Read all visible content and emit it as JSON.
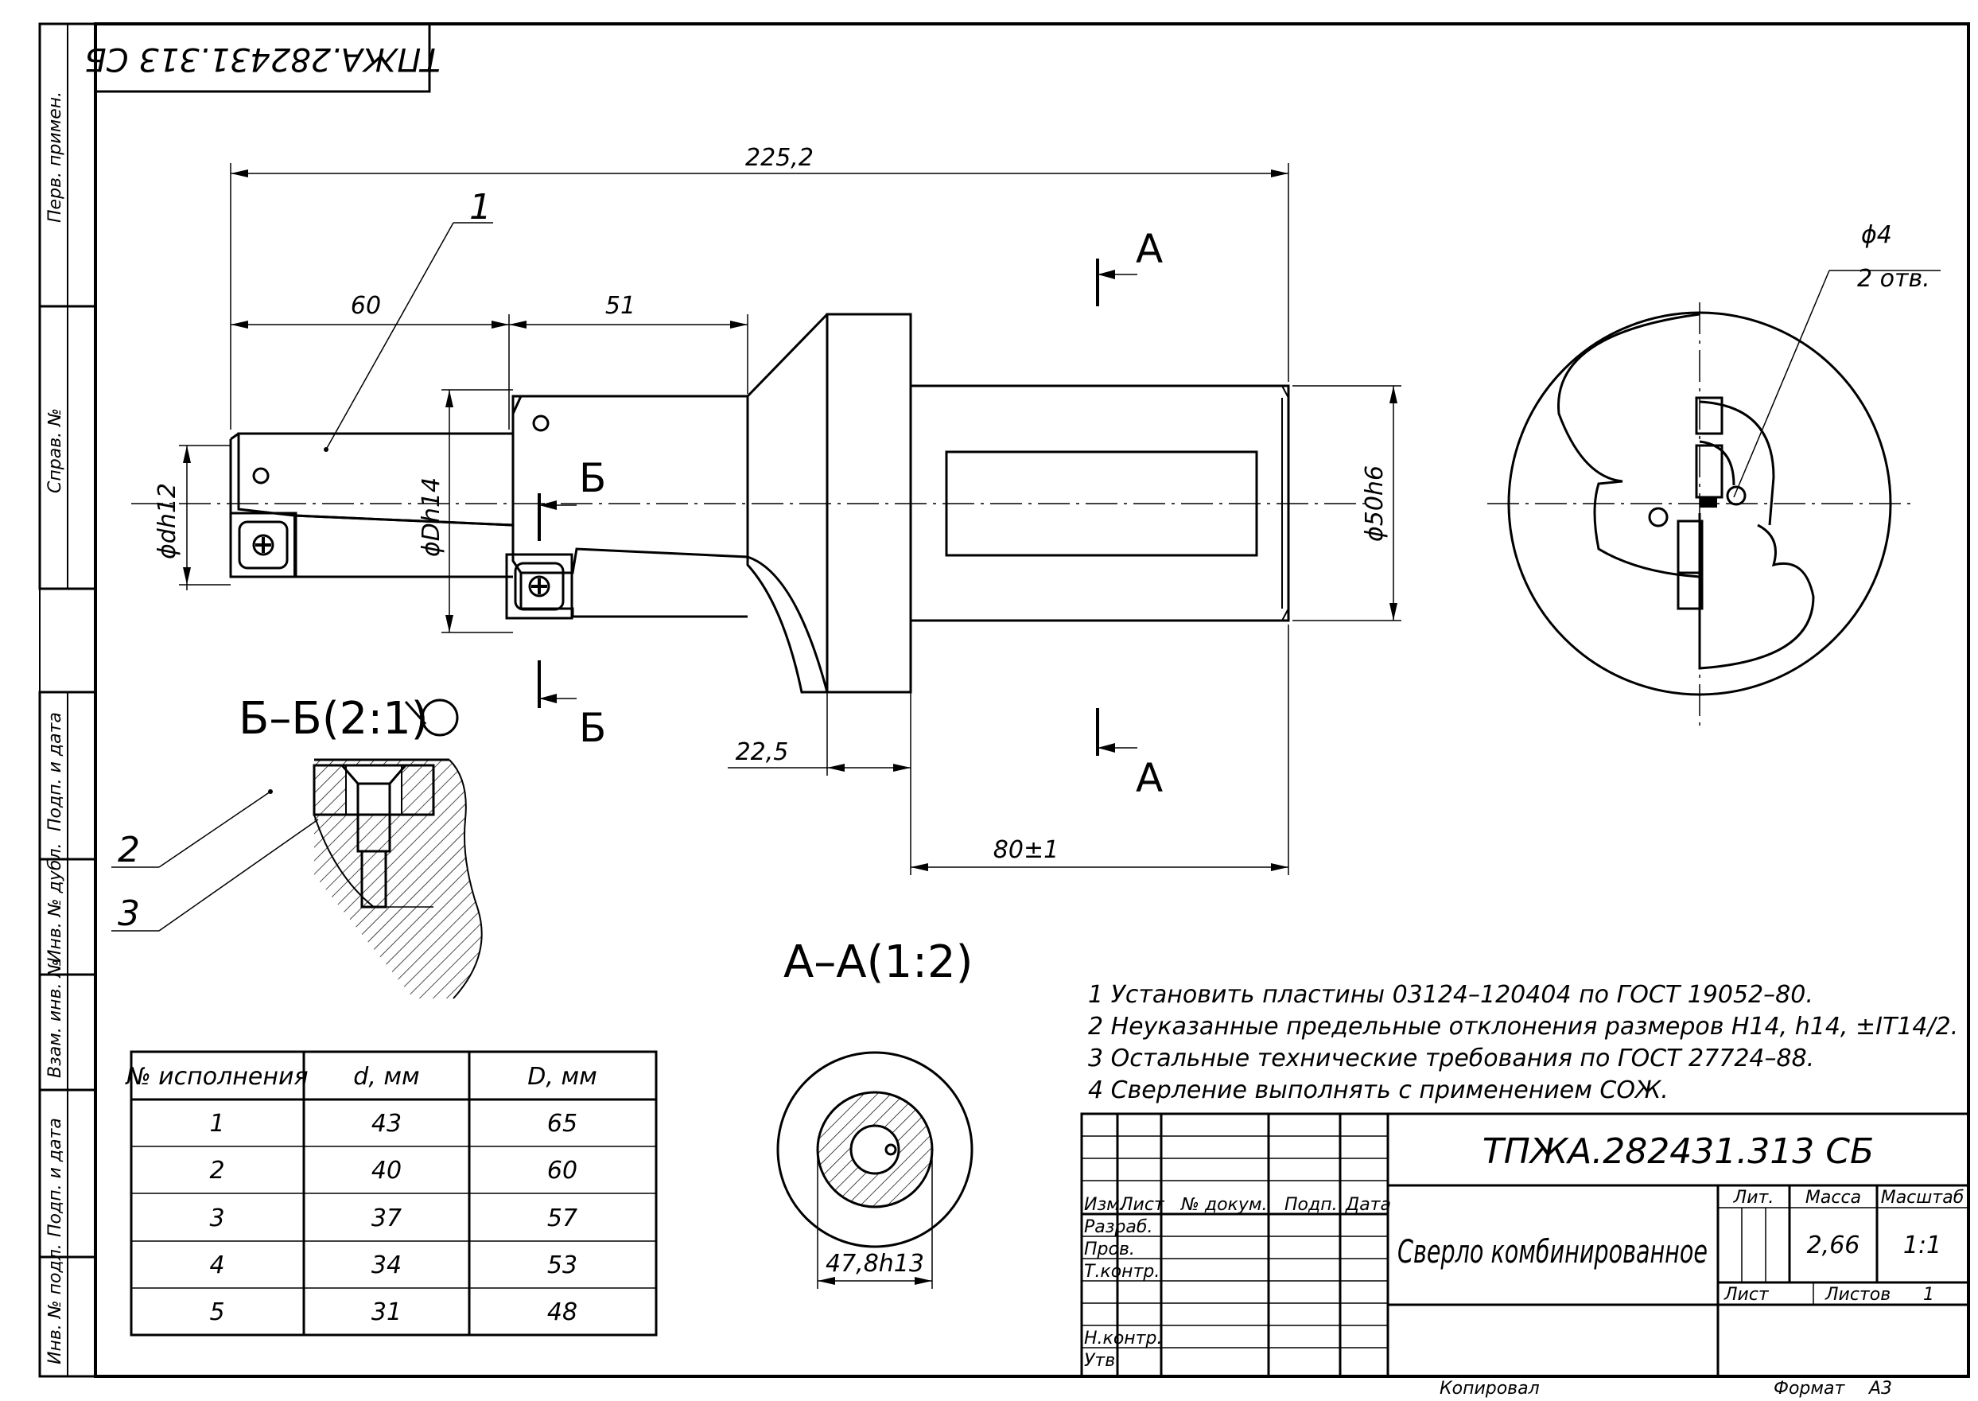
{
  "stamp_top": "ТПЖА.282431.313 СБ",
  "side_labels": [
    "Перв. примен.",
    "Справ. №",
    "Подп. и дата",
    "Инв. № дубл.",
    "Взам. инв. №",
    "Подп. и дата",
    "Инв. № подл."
  ],
  "dimensions": {
    "overall": "225,2",
    "d60": "60",
    "d51": "51",
    "d22_5": "22,5",
    "d80": "80±1",
    "dh12": "ϕdh12",
    "Dh14": "ϕDh14",
    "d50h6": "ϕ50h6",
    "d47_8": "47,8h13",
    "hole_d": "ϕ4",
    "hole_n": "2 отв."
  },
  "callouts": {
    "c1": "1",
    "c2": "2",
    "c3": "3"
  },
  "section_marks": {
    "A": "А",
    "B": "Б"
  },
  "section_titles": {
    "bb": "Б–Б(2:1)",
    "aa": "А–А(1:2)"
  },
  "notes": [
    "1  Установить пластины 03124–120404 по ГОСТ 19052–80.",
    "2  Неуказанные предельные отклонения размеров H14, h14, ±IT14/2.",
    "3  Остальные технические требования по ГОСТ 27724–88.",
    "4  Сверление выполнять с применением СОЖ."
  ],
  "variants_table": {
    "headers": [
      "№ исполнения",
      "d, мм",
      "D, мм"
    ],
    "rows": [
      [
        "1",
        "43",
        "65"
      ],
      [
        "2",
        "40",
        "60"
      ],
      [
        "3",
        "37",
        "57"
      ],
      [
        "4",
        "34",
        "53"
      ],
      [
        "5",
        "31",
        "48"
      ]
    ]
  },
  "title_block": {
    "designation": "ТПЖА.282431.313 СБ",
    "name": "Сверло комбинированное",
    "col_izm": "Изм.",
    "col_list": "Лист",
    "col_doc": "№ докум.",
    "col_sign": "Подп.",
    "col_date": "Дата",
    "rows": [
      "Разраб.",
      "Пров.",
      "Т.контр.",
      "Н.контр.",
      "Утв."
    ],
    "lit": "Лит.",
    "mass": "Масса",
    "scale": "Масштаб",
    "mass_val": "2,66",
    "scale_val": "1:1",
    "sheet": "Лист",
    "sheets": "Листов",
    "sheets_val": "1"
  },
  "footer": {
    "copied": "Копировал",
    "format": "Формат",
    "format_val": "А3"
  }
}
